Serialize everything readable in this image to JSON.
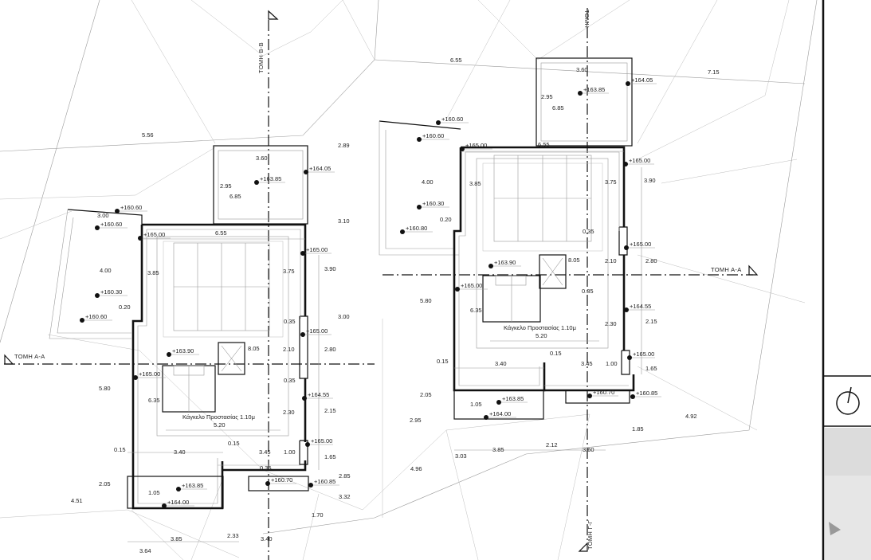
{
  "sections": {
    "aa": "ΤΟΜΗ Α-Α",
    "bb": "ΤΟΜΗ Β-Β",
    "gg": "ΤΟΜΗ Γ-Γ"
  },
  "railing_label": "Κάγκελο Προστασίας 1.10μ",
  "left_unit": {
    "levels": [
      "+160.60",
      "+160.60",
      "+160.30",
      "+160.60",
      "+165.00",
      "+163.85",
      "+164.05",
      "+165.00",
      "+165.00",
      "+163.90",
      "+165.00",
      "+164.55",
      "+165.00",
      "+160.70",
      "+160.85",
      "+163.85",
      "+164.00"
    ],
    "dims": [
      "5.56",
      "3.60",
      "2.95",
      "6.85",
      "2.89",
      "3.00",
      "3.10",
      "4.00",
      "0.20",
      "6.55",
      "3.85",
      "3.75",
      "3.90",
      "0.35",
      "3.00",
      "8.05",
      "2.10",
      "2.80",
      "0.35",
      "5.80",
      "6.35",
      "2.30",
      "2.15",
      "5.20",
      "0.15",
      "0.15",
      "3.40",
      "3.45",
      "1.00",
      "1.65",
      "0.35",
      "2.85",
      "2.05",
      "1.05",
      "4.51",
      "3.32",
      "1.70",
      "3.85",
      "2.33",
      "3.40",
      "3.64"
    ]
  },
  "right_unit": {
    "levels": [
      "+160.60",
      "+160.60",
      "+160.30",
      "+160.80",
      "+165.00",
      "+163.85",
      "+164.05",
      "+165.00",
      "+165.00",
      "+163.90",
      "+165.00",
      "+164.55",
      "+165.00",
      "+160.70",
      "+160.85",
      "+163.85",
      "+164.00"
    ],
    "dims": [
      "6.55",
      "3.60",
      "7.15",
      "2.95",
      "6.85",
      "6.55",
      "4.00",
      "3.85",
      "3.75",
      "3.90",
      "0.20",
      "0.35",
      "8.05",
      "2.10",
      "2.80",
      "5.80",
      "0.35",
      "6.35",
      "2.30",
      "2.15",
      "5.20",
      "0.15",
      "0.15",
      "3.40",
      "3.45",
      "1.00",
      "1.65",
      "2.05",
      "1.05",
      "2.95",
      "4.92",
      "1.85",
      "4.96",
      "3.03",
      "3.85",
      "2.12",
      "3.60"
    ]
  }
}
